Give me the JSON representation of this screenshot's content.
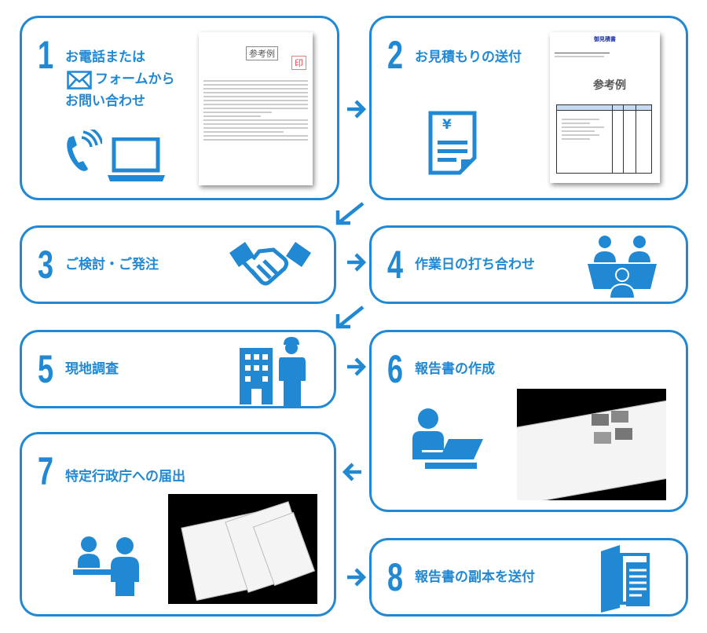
{
  "steps": [
    {
      "num": "1",
      "title_lines": [
        "お電話または",
        "フォームから",
        "お問い合わせ"
      ]
    },
    {
      "num": "2",
      "title": "お見積もりの送付"
    },
    {
      "num": "3",
      "title": "ご検討・ご発注"
    },
    {
      "num": "4",
      "title": "作業日の打ち合わせ"
    },
    {
      "num": "5",
      "title": "現地調査"
    },
    {
      "num": "6",
      "title": "報告書の作成"
    },
    {
      "num": "7",
      "title": "特定行政庁への届出"
    },
    {
      "num": "8",
      "title": "報告書の副本を送付"
    }
  ],
  "doc1": {
    "sample": "参考例",
    "seal": "印"
  },
  "doc2": {
    "heading": "御見積書",
    "sample": "参考例",
    "currency": "¥"
  },
  "colors": {
    "accent": "#2189d4"
  }
}
